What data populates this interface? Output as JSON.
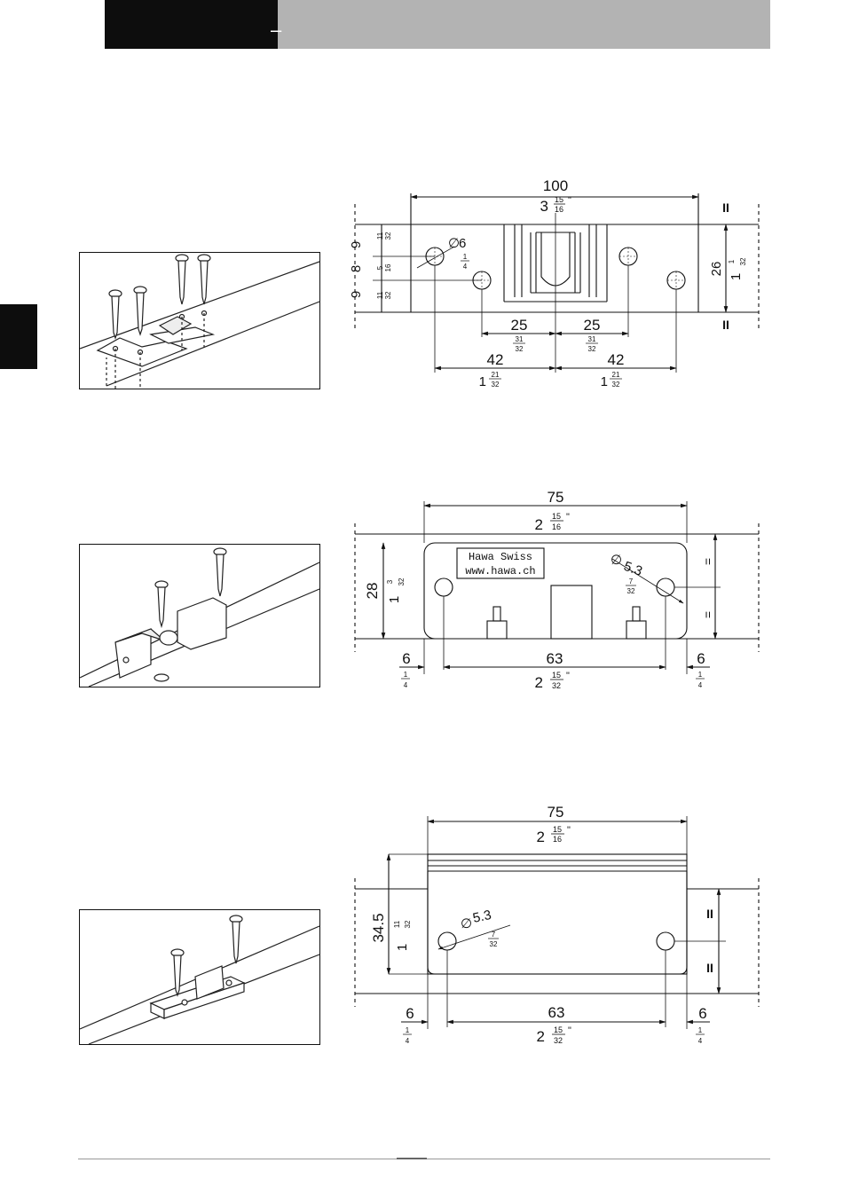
{
  "header": {
    "dash": "–"
  },
  "drawing1": {
    "width_mm": "100",
    "width_in_whole": "3",
    "width_in_num": "15",
    "width_in_den": "16",
    "height_mm": "26",
    "height_in_whole": "1",
    "height_in_num": "1",
    "height_in_den": "32",
    "top_offset_mm": "9",
    "top_offset_in_num": "11",
    "top_offset_in_den": "32",
    "mid_offset_mm": "8",
    "mid_offset_in_num": "5",
    "mid_offset_in_den": "16",
    "bot_offset_mm": "9",
    "bot_offset_in_num": "11",
    "bot_offset_in_den": "32",
    "hole_dia_mm": "6",
    "hole_dia_in_num": "1",
    "hole_dia_in_den": "4",
    "half_inner_mm": "25",
    "half_inner_in_num": "31",
    "half_inner_in_den": "32",
    "half_outer_mm": "42",
    "half_outer_in_whole": "1",
    "half_outer_in_num": "21",
    "half_outer_in_den": "32"
  },
  "drawing2": {
    "width_mm": "75",
    "width_in_whole": "2",
    "width_in_num": "15",
    "width_in_den": "16",
    "height_mm": "28",
    "height_in_whole": "1",
    "height_in_num": "3",
    "height_in_den": "32",
    "label_line1": "Hawa Swiss",
    "label_line2": "www.hawa.ch",
    "hole_dia_mm": "5.3",
    "hole_dia_in_num": "7",
    "hole_dia_in_den": "32",
    "edge_mm": "6",
    "edge_in_num": "1",
    "edge_in_den": "4",
    "spacing_mm": "63",
    "spacing_in_whole": "2",
    "spacing_in_num": "15",
    "spacing_in_den": "32"
  },
  "drawing3": {
    "width_mm": "75",
    "width_in_whole": "2",
    "width_in_num": "15",
    "width_in_den": "16",
    "height_mm": "34.5",
    "height_in_whole": "1",
    "height_in_num": "11",
    "height_in_den": "32",
    "hole_dia_mm": "5.3",
    "hole_dia_in_num": "7",
    "hole_dia_in_den": "32",
    "edge_mm": "6",
    "edge_in_num": "1",
    "edge_in_den": "4",
    "spacing_mm": "63",
    "spacing_in_whole": "2",
    "spacing_in_num": "15",
    "spacing_in_den": "32"
  },
  "symbols": {
    "diameter": "∅",
    "inch": "\"",
    "equal": "=",
    "equal_bold": "II"
  }
}
